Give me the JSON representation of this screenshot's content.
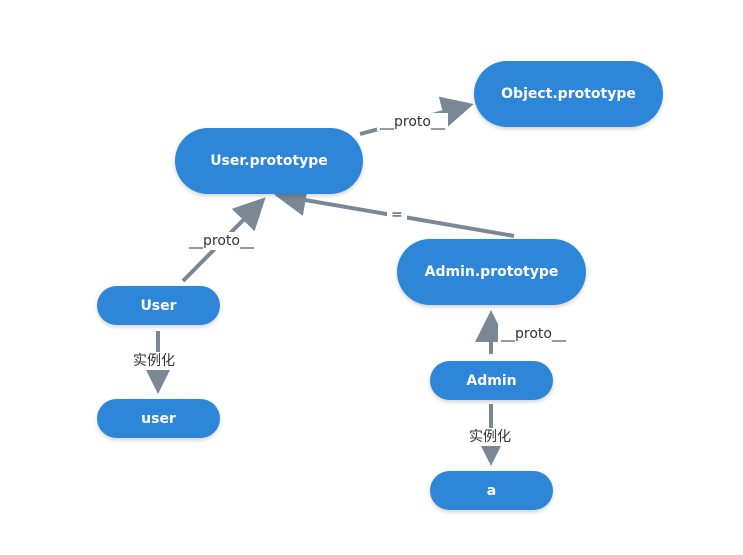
{
  "colors": {
    "node_fill": "#2e86d8",
    "node_text": "#ffffff",
    "edge": "#7a8896",
    "label_text": "#333333"
  },
  "nodes": {
    "object_prototype": "Object.prototype",
    "user_prototype": "User.prototype",
    "admin_prototype": "Admin.prototype",
    "user_class": "User",
    "user_instance": "user",
    "admin_class": "Admin",
    "admin_instance": "a"
  },
  "edges": {
    "user_proto_to_object_proto": "__proto__",
    "user_to_user_proto": "__proto__",
    "admin_proto_to_user_proto": "=",
    "admin_to_admin_proto": "__proto__",
    "user_instantiate": "实例化",
    "admin_instantiate": "实例化"
  }
}
